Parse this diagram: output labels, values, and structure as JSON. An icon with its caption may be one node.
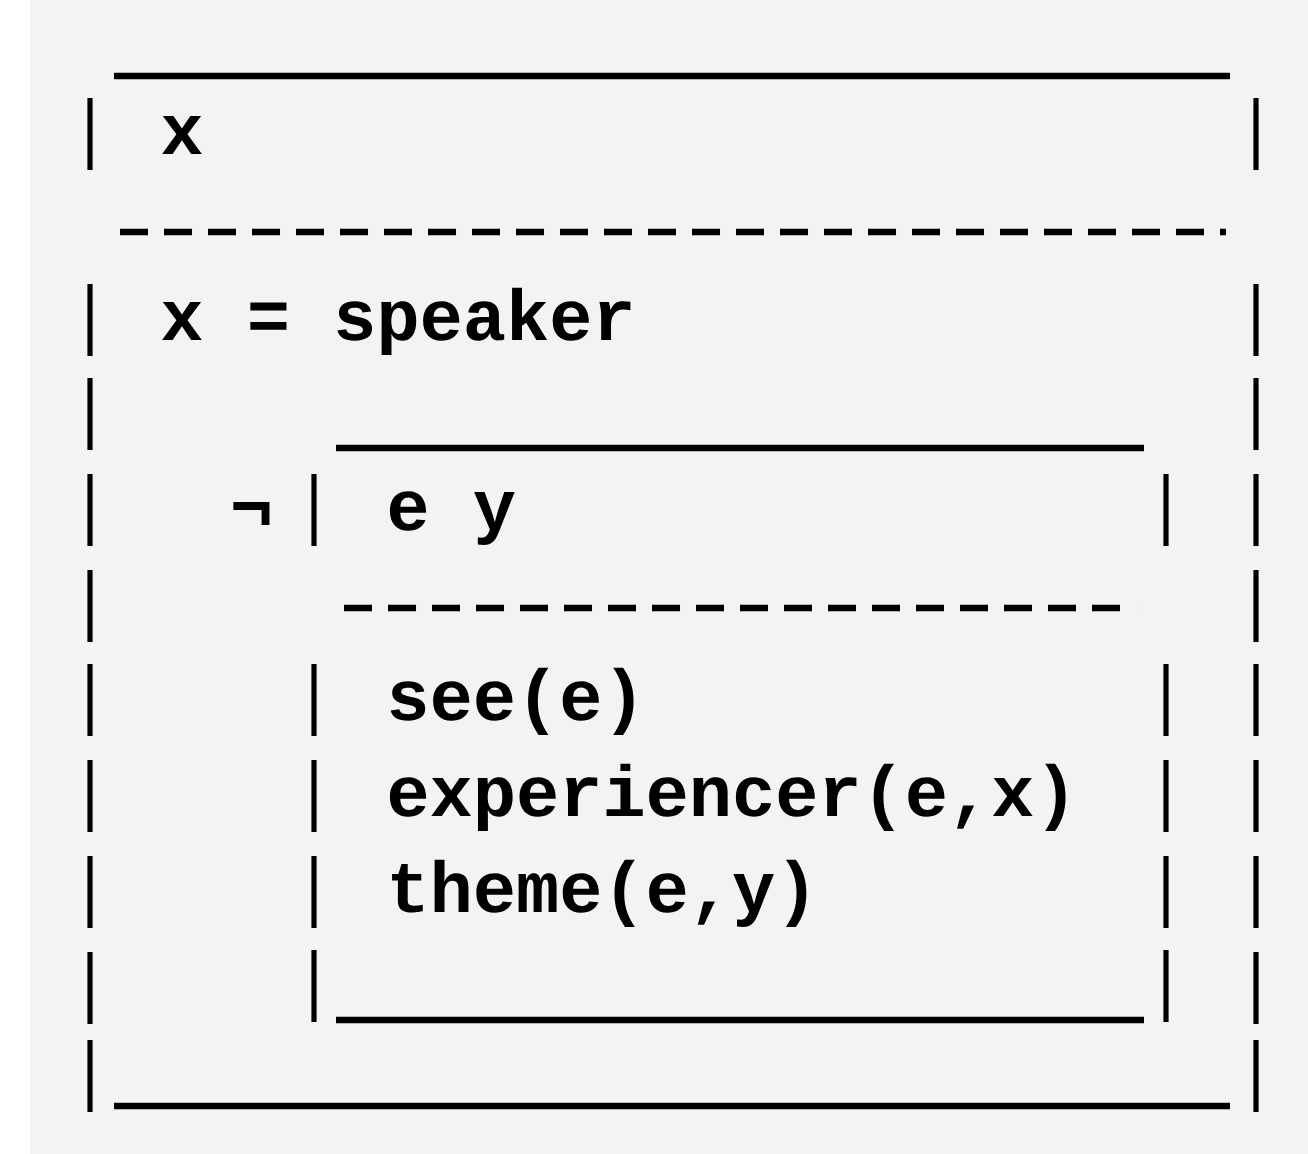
{
  "diagram": {
    "nodes": [
      {
        "text": [
          "x",
          "x = speaker"
        ]
      },
      {
        "text": [
          "e y",
          "see(e)",
          "experiencer(e,x)",
          "theme(e,y)"
        ],
        "in": 0,
        "beside": [
          "¬"
        ]
      }
    ]
  }
}
